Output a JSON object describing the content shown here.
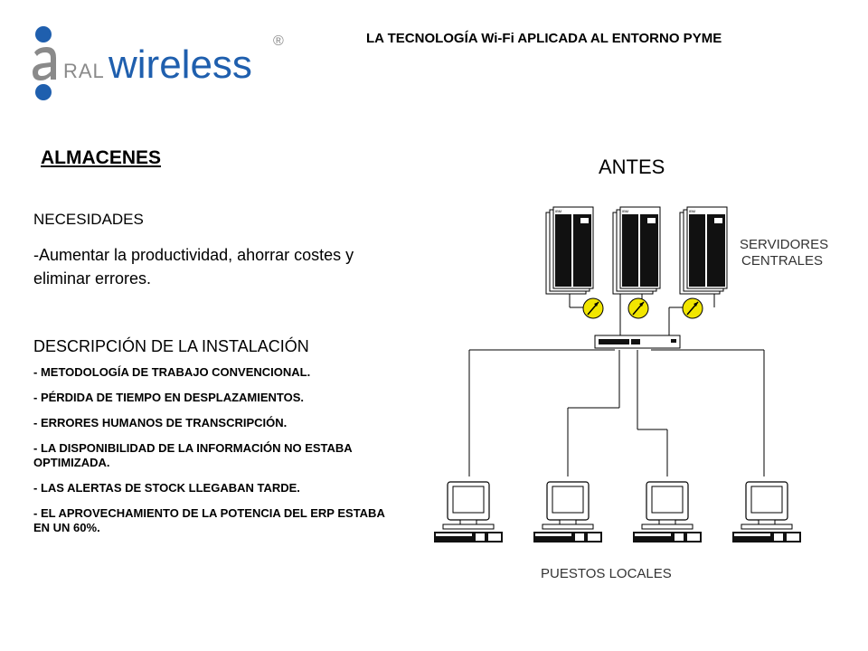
{
  "logo": {
    "text": "aRALwireless",
    "mark": "®"
  },
  "header": {
    "title": "LA TECNOLOGÍA Wi-Fi APLICADA AL ENTORNO PYME"
  },
  "section": {
    "title": "ALMACENES"
  },
  "needs": {
    "heading": "NECESIDADES",
    "text": "-Aumentar la productividad, ahorrar costes y eliminar errores."
  },
  "description": {
    "heading": "DESCRIPCIÓN  DE LA INSTALACIÓN",
    "items": [
      "- METODOLOGÍA DE TRABAJO CONVENCIONAL.",
      "- PÉRDIDA DE TIEMPO EN DESPLAZAMIENTOS.",
      "- ERRORES HUMANOS DE TRANSCRIPCIÓN.",
      "- LA DISPONIBILIDAD DE LA INFORMACIÓN NO ESTABA OPTIMIZADA.",
      "- LAS ALERTAS DE STOCK LLEGABAN TARDE.",
      "- EL APROVECHAMIENTO DE LA POTENCIA DEL ERP ESTABA EN UN 60%."
    ]
  },
  "diagram": {
    "title": "ANTES",
    "servers_label_line1": "SERVIDORES",
    "servers_label_line2": "CENTRALES",
    "workstations_label": "PUESTOS LOCALES",
    "colors": {
      "logo_blue": "#1f5fae",
      "logo_gray": "#8a8a8a",
      "hub_yellow": "#f2e600"
    }
  }
}
